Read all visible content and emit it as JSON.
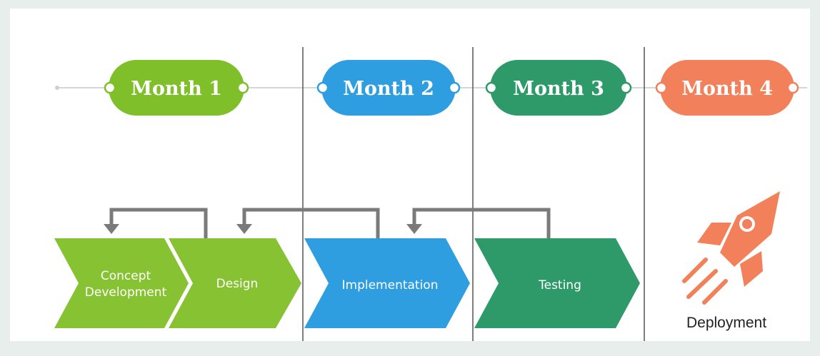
{
  "months": [
    {
      "label": "Month 1",
      "color": "#7fbf2a"
    },
    {
      "label": "Month 2",
      "color": "#2f9ee0"
    },
    {
      "label": "Month 3",
      "color": "#2e9a6a"
    },
    {
      "label": "Month 4",
      "color": "#f2805a"
    }
  ],
  "phases": [
    {
      "line1": "Concept",
      "line2": "Development",
      "color": "#86c232"
    },
    {
      "line1": "Design",
      "line2": "",
      "color": "#86c232"
    },
    {
      "line1": "Implementation",
      "line2": "",
      "color": "#2f9ee0"
    },
    {
      "line1": "Testing",
      "line2": "",
      "color": "#2e9a6a"
    }
  ],
  "deployment": {
    "label": "Deployment",
    "icon": "rocket-icon",
    "color": "#f2805a"
  },
  "colors": {
    "divider": "#555555",
    "feedback_arrow": "#7a7a7a",
    "timeline": "#d6d6d6"
  }
}
